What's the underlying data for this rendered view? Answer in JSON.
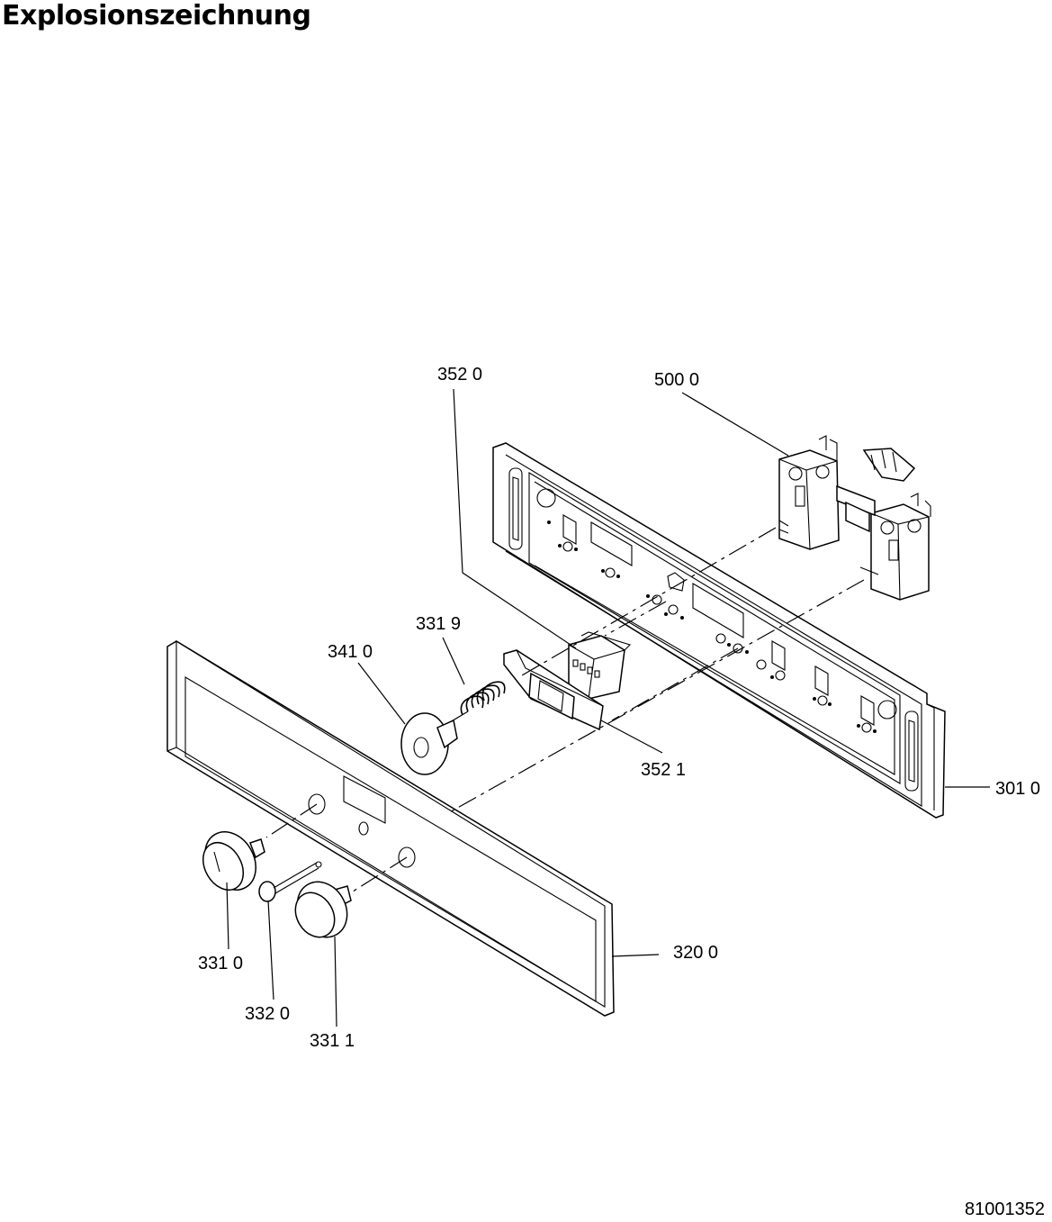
{
  "title": "Explosionszeichnung",
  "document_number": "81001352",
  "part_labels": {
    "p3520": "352 0",
    "p5000": "500 0",
    "p3319": "331 9",
    "p3410": "341 0",
    "p3521": "352 1",
    "p3010": "301 0",
    "p3200": "320 0",
    "p3310": "331 0",
    "p3320": "332 0",
    "p3311": "331 1"
  }
}
